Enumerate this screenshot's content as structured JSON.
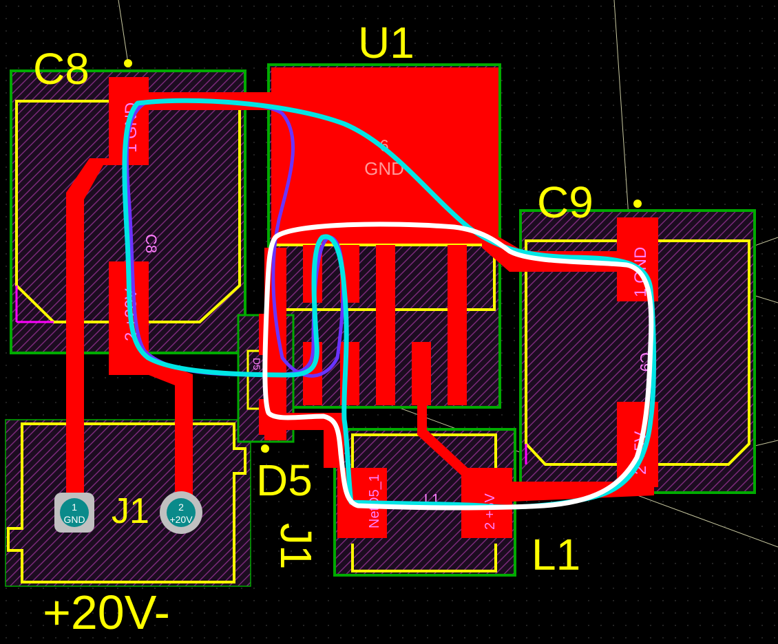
{
  "colors": {
    "background": "#000000",
    "copper_top": "#ff0000",
    "silkscreen": "#ffff00",
    "courtyard": "#00aa00",
    "pad_text": "#ff80ff",
    "hatch": "#7a2a7a",
    "marker_cyan": "#00e5e5",
    "marker_white": "#ffffff",
    "marker_purple": "#6a33ff",
    "via_ring": "#c0c0c0",
    "via_center": "#0a8a8a",
    "ratsnest": "#c8c8a0"
  },
  "designators": {
    "c8": "C8",
    "u1": "U1",
    "c9": "C9",
    "d5": "D5",
    "l1": "L1",
    "j1": "J1",
    "j1_ghost": "J1",
    "board_label": "+20V-"
  },
  "pads": {
    "c8_pad1": "1 GND",
    "c8_pad2": "2 +20V",
    "c8_mid": "C8",
    "c9_pad1": "1 GND",
    "c9_pad2": "2 +5V",
    "c9_mid": "C9",
    "u1_tab_num": "6",
    "u1_tab_net": "GND",
    "l1_pad1": "NetD5_1",
    "l1_pad2": "2 +5V",
    "l1_mid": "L1",
    "d5_mid": "D5",
    "j1_pin1_num": "1",
    "j1_pin1_net": "GND",
    "j1_pin2_num": "2",
    "j1_pin2_net": "+20V"
  }
}
